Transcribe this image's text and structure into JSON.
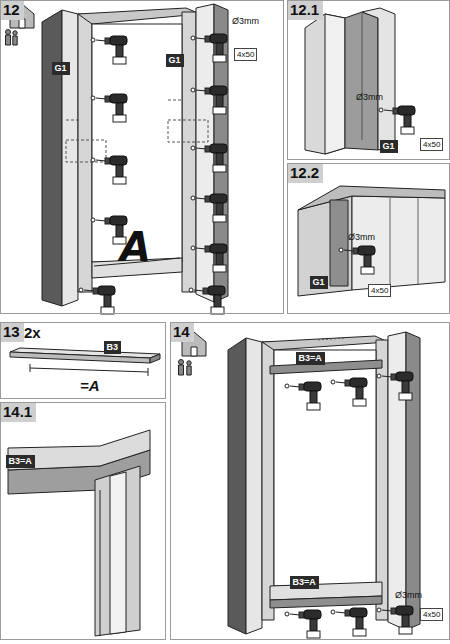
{
  "diagram": {
    "nodes": [
      {
        "text": [
          "12"
        ]
      },
      {
        "text": [
          "G1"
        ],
        "in": 0
      },
      {
        "text": [
          "G1"
        ],
        "in": 0
      },
      {
        "text": [
          "12.1"
        ]
      },
      {
        "text": [
          "G1"
        ],
        "in": 3
      },
      {
        "text": [
          "12.2"
        ]
      },
      {
        "text": [
          "G1"
        ],
        "in": 5
      },
      {
        "text": [
          "13"
        ]
      },
      {
        "text": [
          "B3"
        ],
        "in": 7
      },
      {
        "text": [
          "14.1"
        ]
      },
      {
        "text": [
          "B3=A"
        ],
        "in": 9
      },
      {
        "text": [
          "14"
        ]
      },
      {
        "text": [
          "B3=A"
        ],
        "in": 11
      },
      {
        "text": [
          "B3=A"
        ],
        "in": 11
      }
    ],
    "labels": [
      "Ø3mm",
      "4x50",
      "A",
      "Ø3mm",
      "4x50",
      "Ø3mm",
      "4x50",
      "2x",
      "=A",
      "Ø3mm",
      "4x50"
    ]
  }
}
